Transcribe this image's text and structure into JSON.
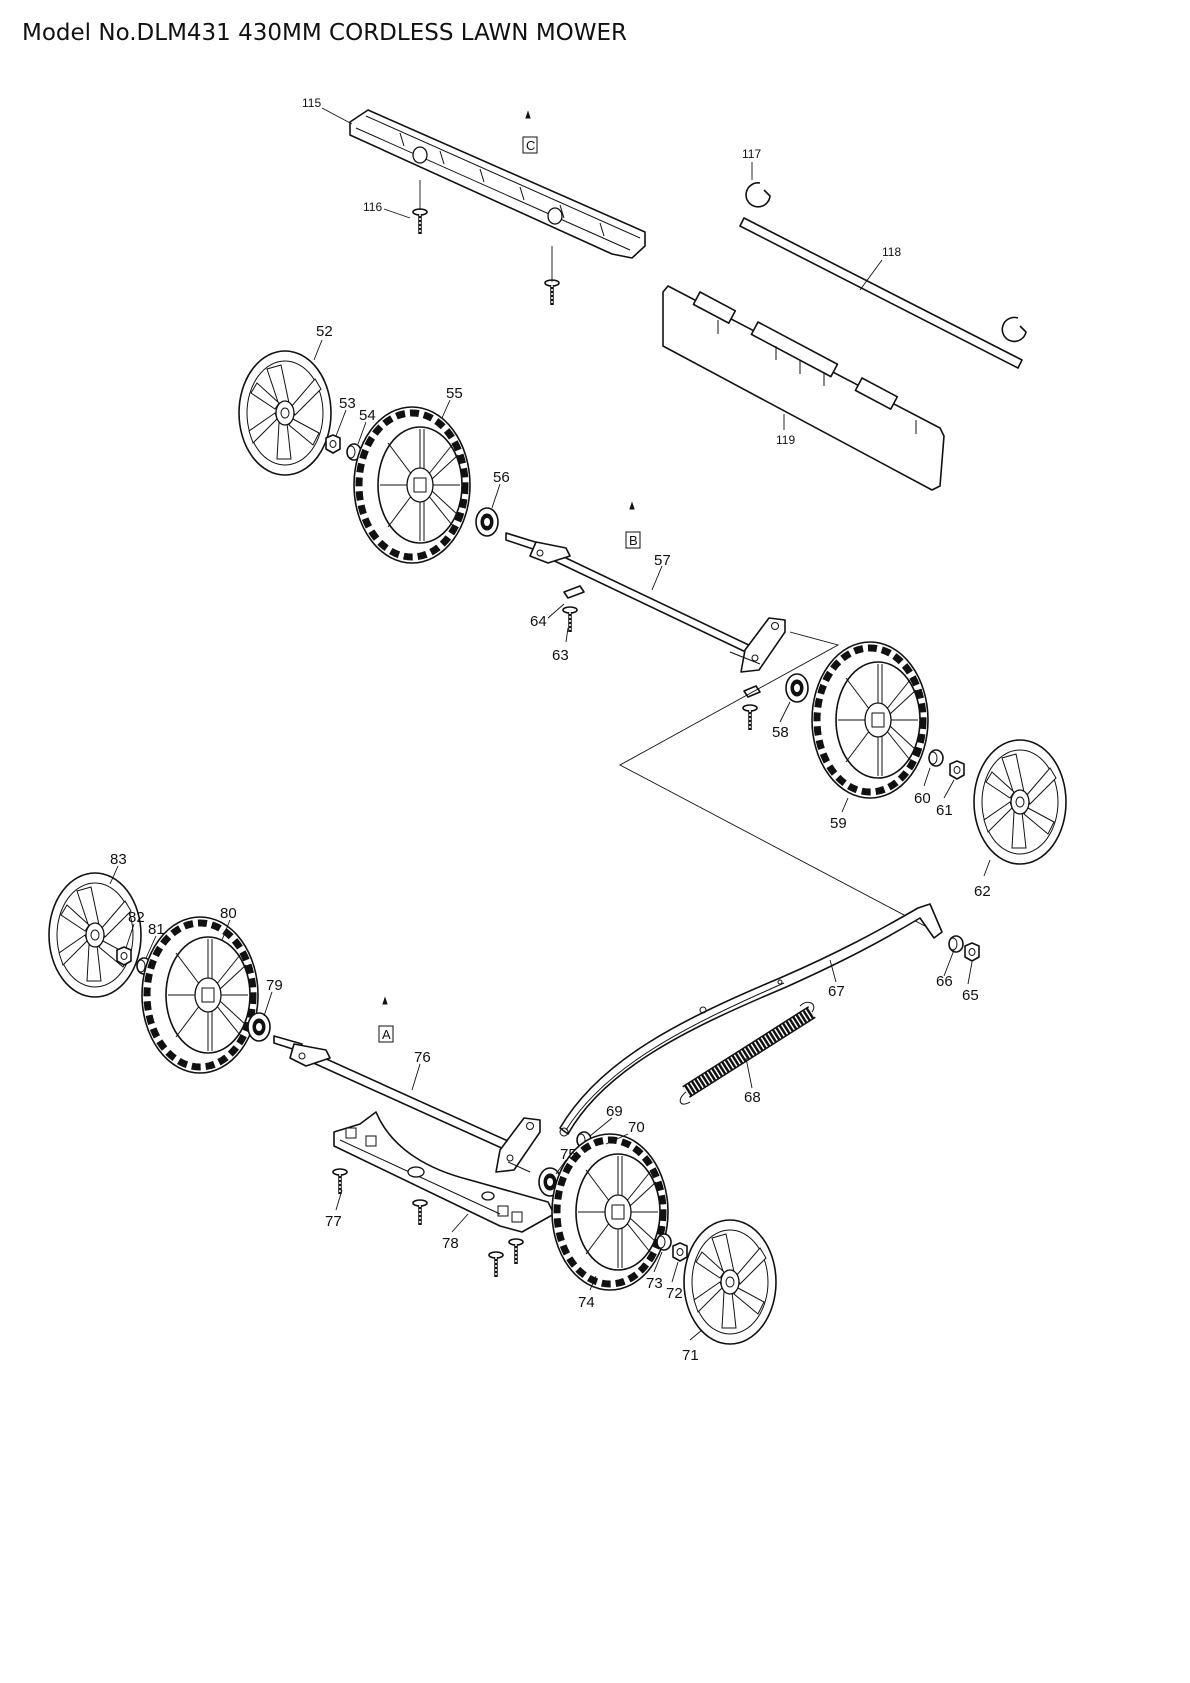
{
  "header": {
    "title": "Model No.DLM431 430MM CORDLESS LAWN MOWER"
  },
  "reference_marks": {
    "a": "A",
    "b": "B",
    "c": "C"
  },
  "callouts": {
    "p52": "52",
    "p53": "53",
    "p54": "54",
    "p55": "55",
    "p56": "56",
    "p57": "57",
    "p58": "58",
    "p59": "59",
    "p60": "60",
    "p61": "61",
    "p62": "62",
    "p63": "63",
    "p64": "64",
    "p65": "65",
    "p66": "66",
    "p67": "67",
    "p68": "68",
    "p69": "69",
    "p70": "70",
    "p71": "71",
    "p72": "72",
    "p73": "73",
    "p74": "74",
    "p75": "75",
    "p76": "76",
    "p77": "77",
    "p78": "78",
    "p79": "79",
    "p80": "80",
    "p81": "81",
    "p82": "82",
    "p83": "83",
    "p115": "115",
    "p116": "116",
    "p117": "117",
    "p118": "118",
    "p119": "119"
  }
}
